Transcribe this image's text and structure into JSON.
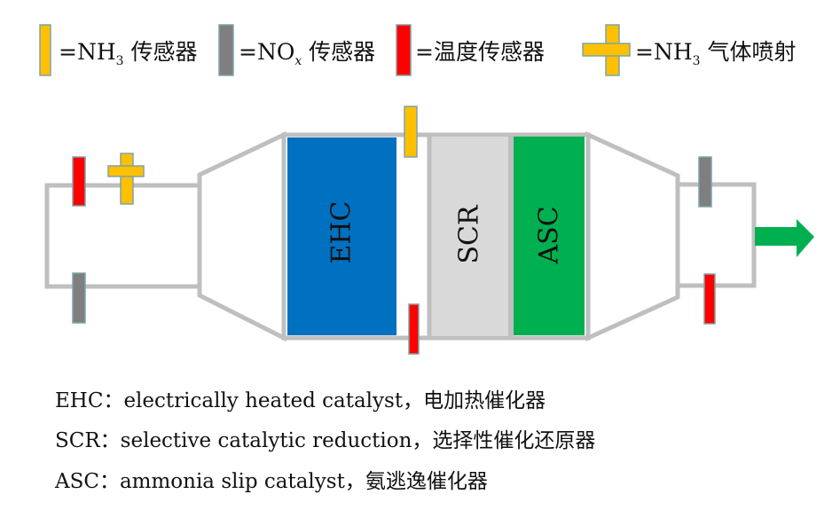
{
  "legend": [
    {
      "prefix": "=NH",
      "sub": "3",
      "suffix": " 传感器",
      "symbol": "nh3-sensor"
    },
    {
      "prefix": "=NO",
      "sub": "x",
      "suffix": " 传感器",
      "symbol": "nox-sensor"
    },
    {
      "prefix": "=温度传感器",
      "sub": "",
      "suffix": "",
      "symbol": "temperature-sensor"
    },
    {
      "prefix": "=NH",
      "sub": "3",
      "suffix": " 气体喷射",
      "symbol": "nh3-injection"
    }
  ],
  "blocks": {
    "ehc": "EHC",
    "scr": "SCR",
    "asc": "ASC"
  },
  "notes": [
    "EHC：electrically heated catalyst，电加热催化器",
    "SCR：selective catalytic reduction，选择性催化还原器",
    "ASC：ammonia slip catalyst，氨逃逸催化器"
  ],
  "colors": {
    "nh3": "#FFC000",
    "nox": "#7F7F7F",
    "temp": "#FF0000",
    "ehc": "#0070C0",
    "scr": "#D9D9D9",
    "asc": "#00B050",
    "pipe": "#BFBFBF"
  }
}
